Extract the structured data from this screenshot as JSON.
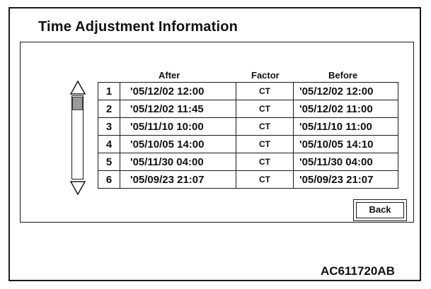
{
  "title": "Time Adjustment Information",
  "columns": {
    "after": "After",
    "factor": "Factor",
    "before": "Before"
  },
  "rows": [
    {
      "num": "1",
      "after": "'05/12/02 12:00",
      "factor": "CT",
      "before": "'05/12/02 12:00"
    },
    {
      "num": "2",
      "after": "'05/12/02 11:45",
      "factor": "CT",
      "before": "'05/12/02 11:00"
    },
    {
      "num": "3",
      "after": "'05/11/10 10:00",
      "factor": "CT",
      "before": "'05/11/10 11:00"
    },
    {
      "num": "4",
      "after": "'05/10/05 14:00",
      "factor": "CT",
      "before": "'05/10/05 14:10"
    },
    {
      "num": "5",
      "after": "'05/11/30 04:00",
      "factor": "CT",
      "before": "'05/11/30 04:00"
    },
    {
      "num": "6",
      "after": "'05/09/23 21:07",
      "factor": "CT",
      "before": "'05/09/23 21:07"
    }
  ],
  "buttons": {
    "back": "Back"
  },
  "icons": {
    "up": "triangle-up-icon",
    "down": "triangle-down-icon"
  },
  "figure_code": "AC611720AB"
}
